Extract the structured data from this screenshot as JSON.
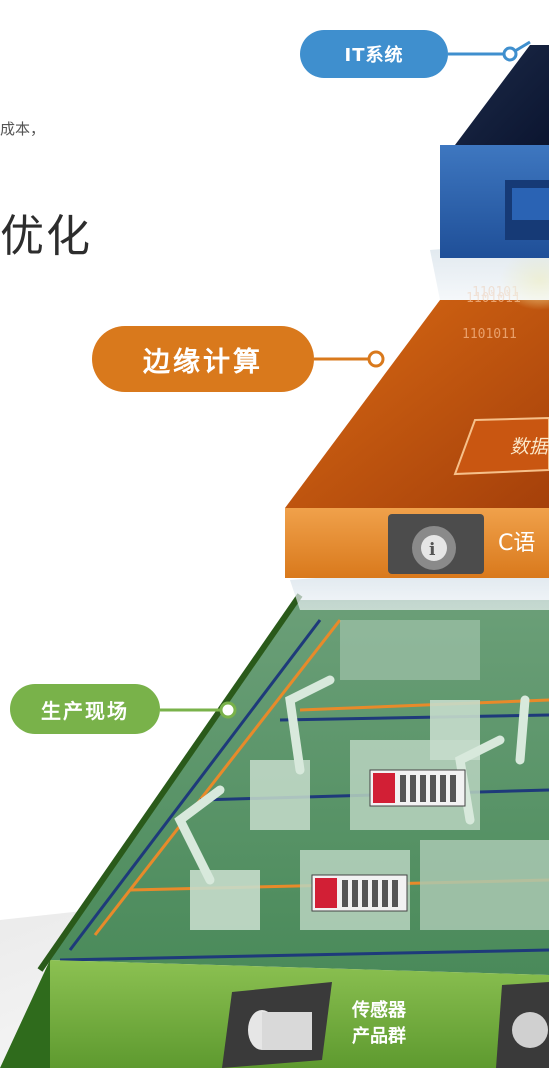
{
  "snippets": {
    "cost_fragment": "成本，",
    "optimize_fragment": "优化"
  },
  "layers": {
    "it": {
      "label": "IT系统",
      "color": "#3f8fce"
    },
    "edge": {
      "label": "边缘计算",
      "color": "#d9791c"
    },
    "field": {
      "label": "生产现场",
      "color": "#79b24a"
    }
  },
  "edge_panel": {
    "language_fragment": "C语",
    "data_fragment": "数据"
  },
  "bottom_panel": {
    "sensor_line1": "传感器",
    "sensor_line2": "产品群"
  },
  "binary_rows": [
    "110101",
    "1101011",
    "1101011"
  ],
  "icons": [
    "brain-info-icon",
    "light-curtain-sensor-icon",
    "round-sensor-icon",
    "plc-controller-icon",
    "robot-arm-icon",
    "monitor-icon"
  ]
}
